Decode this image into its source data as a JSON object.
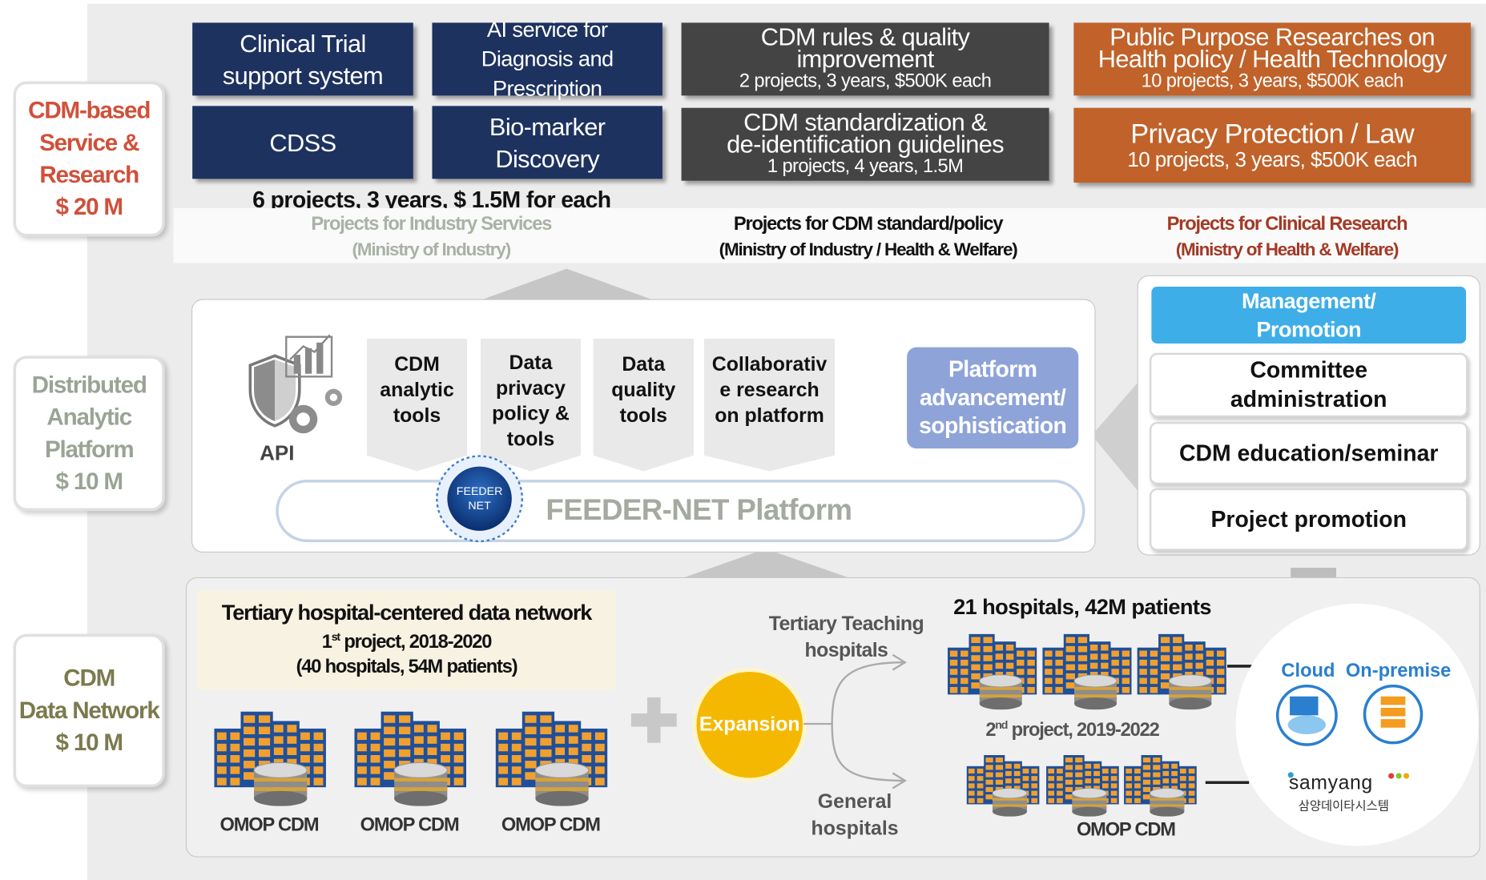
{
  "side_labels": [
    {
      "lines": [
        "CDM-based",
        "Service &",
        "Research",
        "$ 20 M"
      ]
    },
    {
      "lines": [
        "Distributed",
        "Analytic",
        "Platform",
        "$ 10 M"
      ]
    },
    {
      "lines": [
        "CDM",
        "Data Network",
        "$ 10 M"
      ]
    }
  ],
  "industry": {
    "boxes": [
      {
        "text": [
          "Clinical Trial",
          "support system"
        ]
      },
      {
        "text": [
          "AI service for",
          "Diagnosis and",
          "Prescription"
        ]
      },
      {
        "text": [
          "CDSS"
        ]
      },
      {
        "text": [
          "Bio-marker",
          "Discovery"
        ]
      }
    ],
    "summary": "6 projects, 3 years, $ 1.5M for each",
    "caption": [
      "Projects for Industry Services",
      "(Ministry of Industry)"
    ]
  },
  "cdm_policy": {
    "boxes": [
      {
        "title": [
          "CDM rules & quality",
          "improvement"
        ],
        "detail": "2 projects, 3 years, $500K each"
      },
      {
        "title": [
          "CDM standardization &",
          "de-identification guidelines"
        ],
        "detail": "1 projects, 4 years, 1.5M"
      }
    ],
    "caption": [
      "Projects for CDM standard/policy",
      "(Ministry of Industry / Health & Welfare)"
    ]
  },
  "clinical": {
    "boxes": [
      {
        "title": [
          "Public Purpose Researches on",
          "Health policy / Health Technology"
        ],
        "detail": "10 projects, 3 years, $500K each"
      },
      {
        "title": [
          "Privacy Protection / Law"
        ],
        "detail": "10 projects, 3 years, $500K each"
      }
    ],
    "caption": [
      "Projects for Clinical Research",
      "(Ministry of Health & Welfare)"
    ]
  },
  "platform": {
    "api_label": "API",
    "tools": [
      {
        "text": [
          "CDM",
          "analytic",
          "tools"
        ]
      },
      {
        "text": [
          "Data",
          "privacy",
          "policy &",
          "tools"
        ]
      },
      {
        "text": [
          "Data",
          "quality",
          "tools"
        ]
      },
      {
        "text": [
          "Collaborativ",
          "e research",
          "on platform"
        ]
      }
    ],
    "advancement": [
      "Platform",
      "advancement/",
      "sophistication"
    ],
    "logo_text": [
      "FEEDER",
      "NET"
    ],
    "name": "FEEDER-NET Platform"
  },
  "management": {
    "header": [
      "Management/",
      "Promotion"
    ],
    "items": [
      {
        "text": [
          "Committee",
          "administration"
        ]
      },
      {
        "text": [
          "CDM education/seminar"
        ]
      },
      {
        "text": [
          "Project promotion"
        ]
      }
    ]
  },
  "network": {
    "first": {
      "title": "Tertiary hospital-centered data network",
      "project_num": "1",
      "project_sup": "st",
      "project_rest": " project, 2018-2020",
      "detail": "(40 hospitals, 54M patients)"
    },
    "omop_labels": [
      "OMOP CDM",
      "OMOP CDM",
      "OMOP CDM"
    ],
    "expansion": "Expansion",
    "teaching": [
      "Tertiary Teaching",
      "hospitals"
    ],
    "general": [
      "General",
      "hospitals"
    ],
    "second": {
      "headline": "21 hospitals, 42M patients",
      "project_num": "2",
      "project_sup": "nd",
      "project_rest": " project, 2019-2022",
      "omop": "OMOP CDM"
    },
    "cloud_label": "Cloud",
    "onprem_label": "On-premise",
    "company": "samyang",
    "company_korean": "삼양데이타시스템"
  },
  "colors": {
    "navy": "#1e3260",
    "dark": "#444444",
    "orange": "#c0622a",
    "red_text": "#d0503a",
    "blue_header": "#3eaee8",
    "advancement": "#8ea3d8",
    "expansion": "#f5b800"
  }
}
